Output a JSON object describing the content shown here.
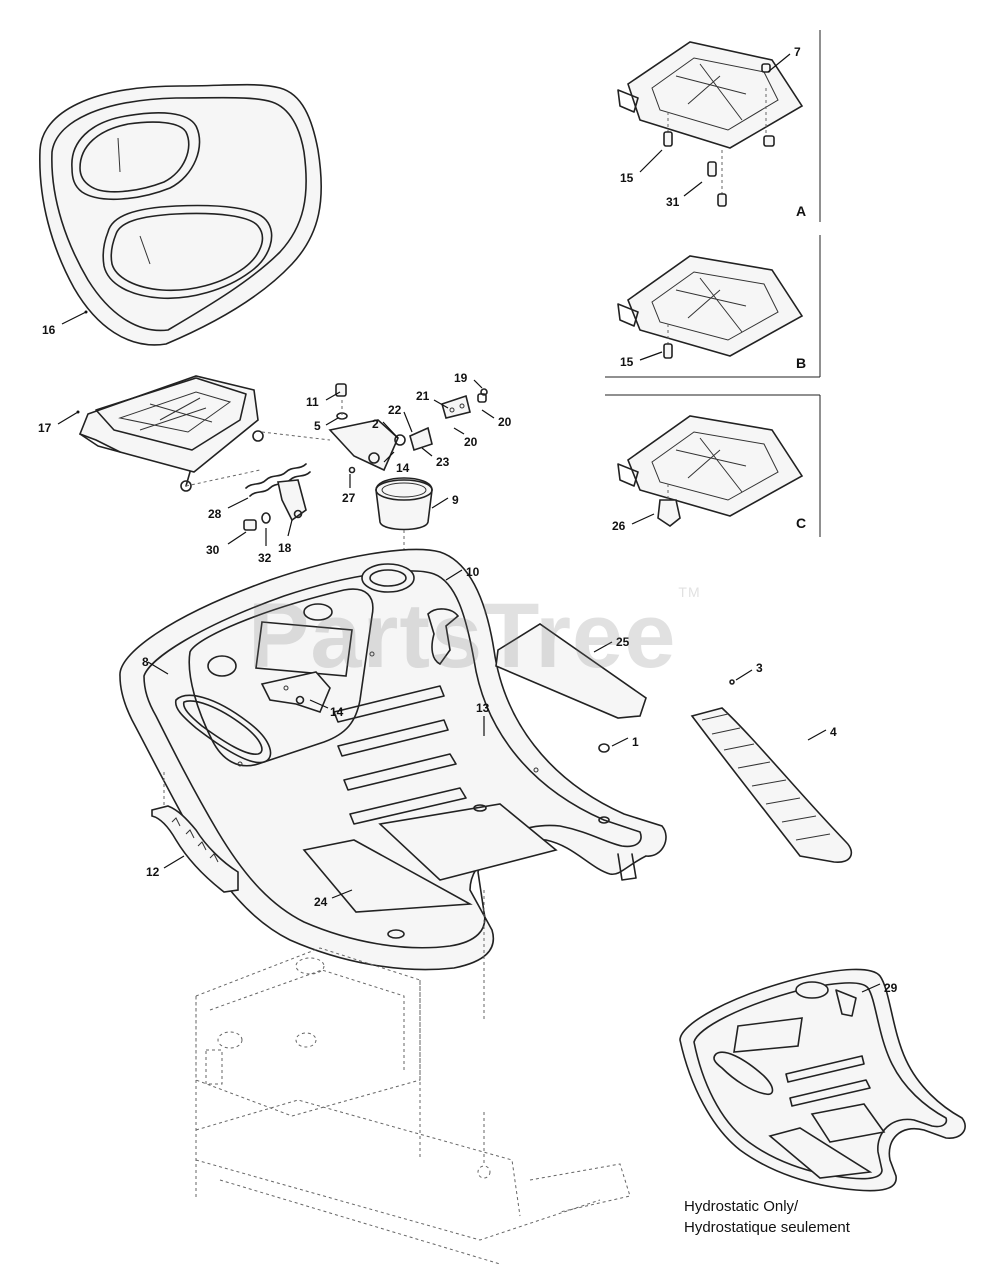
{
  "watermark": {
    "brand": "PartsTree",
    "mark": "TM"
  },
  "footnote": {
    "line1": "Hydrostatic Only/",
    "line2": "Hydrostatique seulement"
  },
  "variants": {
    "a": "A",
    "b": "B",
    "c": "C"
  },
  "callouts": {
    "c1": "1",
    "c2": "2",
    "c3": "3",
    "c4": "4",
    "c5": "5",
    "c7": "7",
    "c8": "8",
    "c9": "9",
    "c10": "10",
    "c11": "11",
    "c12": "12",
    "c13": "13",
    "c14a": "14",
    "c14b": "14",
    "c15a": "15",
    "c15b": "15",
    "c16": "16",
    "c17": "17",
    "c18": "18",
    "c19": "19",
    "c20a": "20",
    "c20b": "20",
    "c21": "21",
    "c22": "22",
    "c23": "23",
    "c24": "24",
    "c25": "25",
    "c26": "26",
    "c27": "27",
    "c28": "28",
    "c29": "29",
    "c30": "30",
    "c31": "31",
    "c32": "32"
  }
}
